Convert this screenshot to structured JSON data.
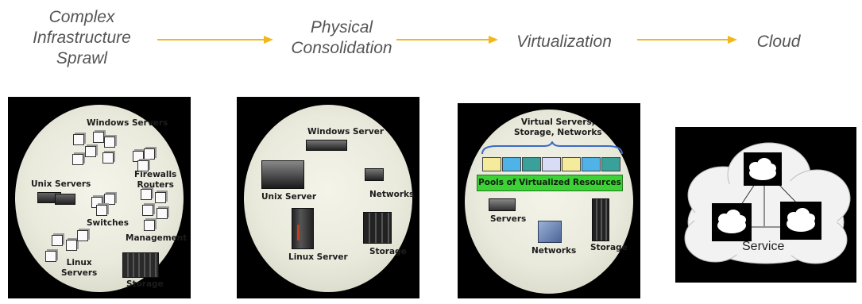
{
  "stages": [
    {
      "line1": "Complex",
      "line2": "Infrastructure",
      "line3": "Sprawl"
    },
    {
      "line1": "Physical",
      "line2": "Consolidation"
    },
    {
      "line1": "Virtualization"
    },
    {
      "line1": "Cloud"
    }
  ],
  "panel1": {
    "windows": "Windows Servers",
    "unix": "Unix Servers",
    "firewalls_l1": "Firewalls",
    "firewalls_l2": "Routers",
    "switches": "Switches",
    "management": "Management",
    "linux_l1": "Linux",
    "linux_l2": "Servers",
    "storage": "Storage"
  },
  "panel2": {
    "windows": "Windows Server",
    "unix": "Unix Server",
    "networks": "Networks",
    "linux": "Linux Server",
    "storage": "Storage"
  },
  "panel3": {
    "title_l1": "Virtual Servers,",
    "title_l2": "Storage, Networks",
    "pool": "Pools of Virtualized Resources",
    "servers": "Servers",
    "networks": "Networks",
    "storage": "Storage",
    "box_colors": [
      "#f4ec9c",
      "#4fb3e8",
      "#3aa09a",
      "#d8dcf4",
      "#f4ec9c",
      "#4fb3e8",
      "#3aa09a"
    ]
  },
  "panel4": {
    "service": "Service"
  },
  "colors": {
    "arrow": "#f2b818",
    "stage_text": "#555555",
    "pool_green": "#3cd235"
  }
}
